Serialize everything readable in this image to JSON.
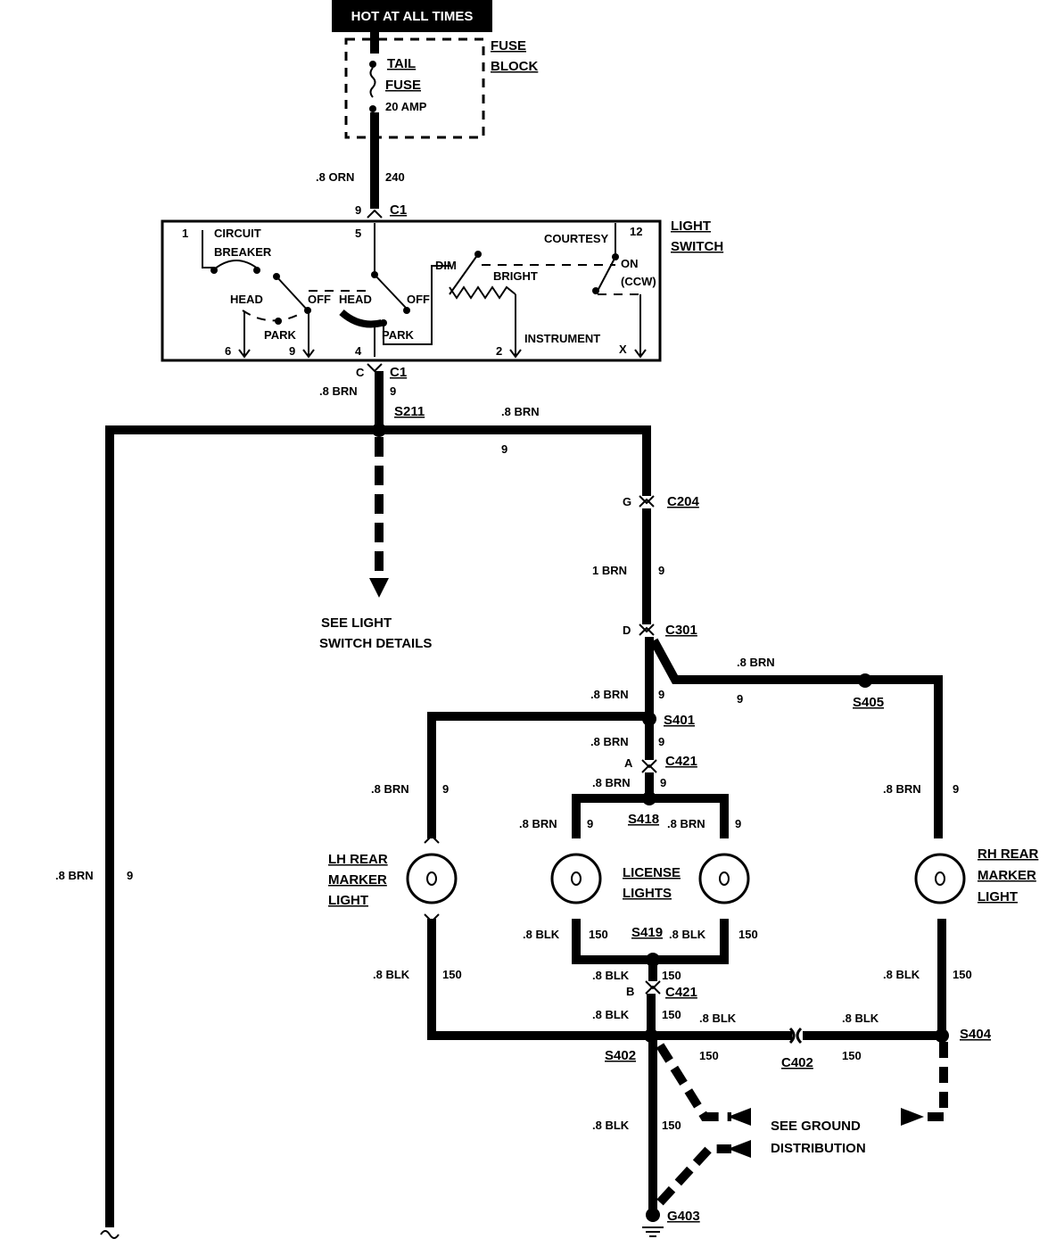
{
  "header": {
    "hot_label": "HOT AT ALL TIMES"
  },
  "fuse_block": {
    "title_1": "FUSE",
    "title_2": "BLOCK",
    "fuse_1": "TAIL",
    "fuse_2": "FUSE",
    "amp": "20 AMP"
  },
  "feed": {
    "size": ".8 ORN",
    "circuit": "240",
    "pin": "9",
    "connector": "C1"
  },
  "light_switch": {
    "title_1": "LIGHT",
    "title_2": "SWITCH",
    "pin_1": "1",
    "pin_5": "5",
    "pin_12": "12",
    "pin_6": "6",
    "pin_9": "9",
    "pin_4": "4",
    "pin_2": "2",
    "pin_x": "X",
    "cb_1": "CIRCUIT",
    "cb_2": "BREAKER",
    "head_1": "HEAD",
    "off_1": "OFF",
    "park_1": "PARK",
    "head_2": "HEAD",
    "off_2": "OFF",
    "park_2": "PARK",
    "dim": "DIM",
    "bright": "BRIGHT",
    "instrument": "INSTRUMENT",
    "courtesy": "COURTESY",
    "on": "ON",
    "ccw": "(CCW)"
  },
  "out": {
    "pin": "C",
    "connector": "C1",
    "size": ".8 BRN",
    "circuit": "9"
  },
  "s211": {
    "id": "S211",
    "size": ".8 BRN",
    "circuit": "9"
  },
  "see_switch": {
    "line_1": "SEE LIGHT",
    "line_2": "SWITCH DETAILS"
  },
  "left_run": {
    "size": ".8 BRN",
    "circuit": "9"
  },
  "c204": {
    "pin": "G",
    "id": "C204",
    "size": "1 BRN",
    "circuit": "9"
  },
  "c301": {
    "pin": "D",
    "id": "C301",
    "size": ".8 BRN",
    "circuit": "9"
  },
  "s405": {
    "id": "S405",
    "size": ".8 BRN",
    "circuit": "9"
  },
  "s401": {
    "id": "S401",
    "size": ".8 BRN",
    "circuit": "9"
  },
  "c421a": {
    "pin": "A",
    "id": "C421",
    "size": ".8 BRN",
    "circuit": "9"
  },
  "s418": {
    "id": "S418",
    "size": ".8 BRN",
    "circuit": "9"
  },
  "lh_marker": {
    "line_1": "LH REAR",
    "line_2": "MARKER",
    "line_3": "LIGHT",
    "size_in": ".8 BRN",
    "circ_in": "9",
    "size_out": ".8 BLK",
    "circ_out": "150"
  },
  "license": {
    "line_1": "LICENSE",
    "line_2": "LIGHTS",
    "left_size": ".8 BRN",
    "left_circ": "9",
    "right_size": ".8 BRN",
    "right_circ": "9",
    "left_gnd_size": ".8 BLK",
    "left_gnd_circ": "150",
    "right_gnd_size": ".8 BLK",
    "right_gnd_circ": "150"
  },
  "rh_marker": {
    "line_1": "RH REAR",
    "line_2": "MARKER",
    "line_3": "LIGHT",
    "size_in": ".8 BRN",
    "circ_in": "9",
    "size_out": ".8 BLK",
    "circ_out": "150"
  },
  "s419": {
    "id": "S419",
    "size": ".8 BLK",
    "circuit": "150"
  },
  "c421b": {
    "pin": "B",
    "id": "C421",
    "size": ".8 BLK",
    "circuit": "150"
  },
  "s402": {
    "id": "S402",
    "size_r": ".8 BLK",
    "circ_r": "150",
    "size_down": ".8 BLK",
    "circ_down": "150"
  },
  "c402": {
    "id": "C402",
    "size": ".8 BLK",
    "circuit": "150"
  },
  "s404": {
    "id": "S404"
  },
  "ground": {
    "line_1": "SEE GROUND",
    "line_2": "DISTRIBUTION",
    "id": "G403"
  }
}
